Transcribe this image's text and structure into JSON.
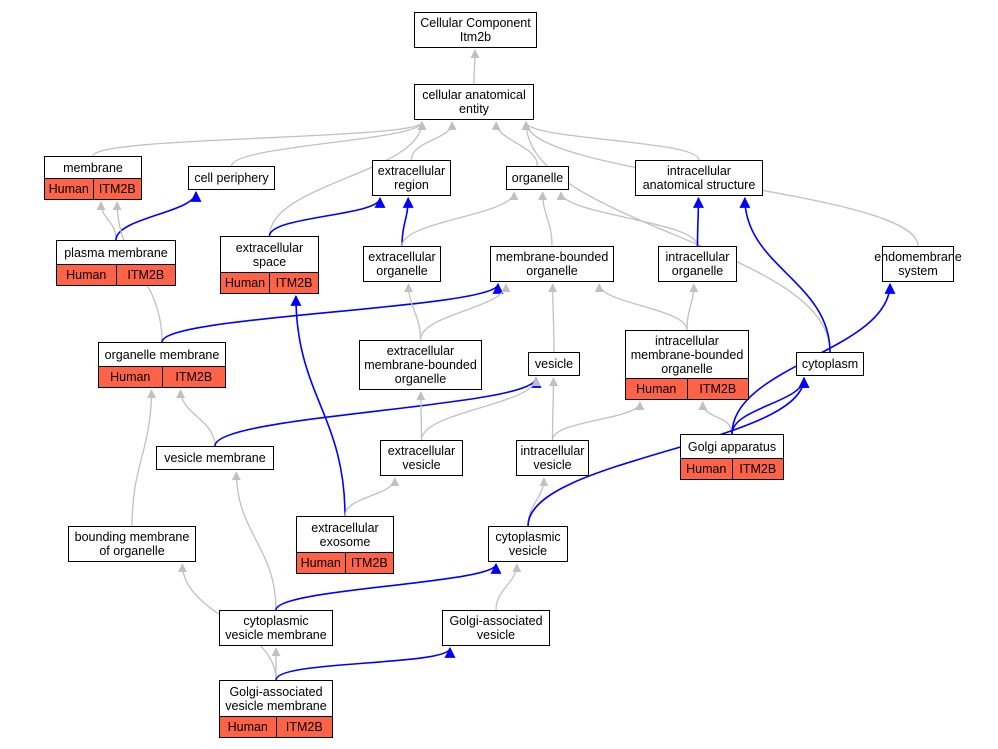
{
  "colors": {
    "is_a": "#c0c0c0",
    "part_of": "#0000ff",
    "annotation": "#ff6347"
  },
  "nodes": [
    {
      "id": "root",
      "label": "Cellular Component\nItm2b",
      "species": null,
      "gene": null
    },
    {
      "id": "cae",
      "label": "cellular anatomical\nentity",
      "species": null,
      "gene": null
    },
    {
      "id": "membrane",
      "label": "membrane",
      "species": "Human",
      "gene": "ITM2B"
    },
    {
      "id": "cellper",
      "label": "cell periphery",
      "species": null,
      "gene": null
    },
    {
      "id": "exreg",
      "label": "extracellular\nregion",
      "species": null,
      "gene": null
    },
    {
      "id": "organelle",
      "label": "organelle",
      "species": null,
      "gene": null
    },
    {
      "id": "ias",
      "label": "intracellular\nanatomical structure",
      "species": null,
      "gene": null
    },
    {
      "id": "plasma",
      "label": "plasma membrane",
      "species": "Human",
      "gene": "ITM2B"
    },
    {
      "id": "exspace",
      "label": "extracellular\nspace",
      "species": "Human",
      "gene": "ITM2B"
    },
    {
      "id": "exorg",
      "label": "extracellular\norganelle",
      "species": null,
      "gene": null
    },
    {
      "id": "mbo",
      "label": "membrane-bounded\norganelle",
      "species": null,
      "gene": null
    },
    {
      "id": "intorg",
      "label": "intracellular\norganelle",
      "species": null,
      "gene": null
    },
    {
      "id": "endo",
      "label": "endomembrane\nsystem",
      "species": null,
      "gene": null
    },
    {
      "id": "orgmem",
      "label": "organelle membrane",
      "species": "Human",
      "gene": "ITM2B"
    },
    {
      "id": "exmbo",
      "label": "extracellular\nmembrane-bounded\norganelle",
      "species": null,
      "gene": null
    },
    {
      "id": "vesicle",
      "label": "vesicle",
      "species": null,
      "gene": null
    },
    {
      "id": "imbo",
      "label": "intracellular\nmembrane-bounded\norganelle",
      "species": "Human",
      "gene": "ITM2B"
    },
    {
      "id": "cytoplasm",
      "label": "cytoplasm",
      "species": null,
      "gene": null
    },
    {
      "id": "vesmem",
      "label": "vesicle membrane",
      "species": null,
      "gene": null
    },
    {
      "id": "exves",
      "label": "extracellular\nvesicle",
      "species": null,
      "gene": null
    },
    {
      "id": "intves",
      "label": "intracellular\nvesicle",
      "species": null,
      "gene": null
    },
    {
      "id": "golgi",
      "label": "Golgi apparatus",
      "species": "Human",
      "gene": "ITM2B"
    },
    {
      "id": "bmo",
      "label": "bounding membrane\nof organelle",
      "species": null,
      "gene": null
    },
    {
      "id": "exosome",
      "label": "extracellular\nexosome",
      "species": "Human",
      "gene": "ITM2B"
    },
    {
      "id": "cytves",
      "label": "cytoplasmic\nvesicle",
      "species": null,
      "gene": null
    },
    {
      "id": "cvm",
      "label": "cytoplasmic\nvesicle membrane",
      "species": null,
      "gene": null
    },
    {
      "id": "gav",
      "label": "Golgi-associated\nvesicle",
      "species": null,
      "gene": null
    },
    {
      "id": "gavm",
      "label": "Golgi-associated\nvesicle membrane",
      "species": "Human",
      "gene": "ITM2B"
    }
  ],
  "edges": [
    {
      "from": "cae",
      "to": "root",
      "type": "is_a"
    },
    {
      "from": "membrane",
      "to": "cae",
      "type": "is_a"
    },
    {
      "from": "cellper",
      "to": "cae",
      "type": "is_a"
    },
    {
      "from": "exreg",
      "to": "cae",
      "type": "is_a"
    },
    {
      "from": "organelle",
      "to": "cae",
      "type": "is_a"
    },
    {
      "from": "ias",
      "to": "cae",
      "type": "is_a"
    },
    {
      "from": "exspace",
      "to": "cae",
      "type": "is_a"
    },
    {
      "from": "cytoplasm",
      "to": "cae",
      "type": "is_a"
    },
    {
      "from": "endo",
      "to": "cae",
      "type": "is_a"
    },
    {
      "from": "plasma",
      "to": "membrane",
      "type": "is_a"
    },
    {
      "from": "plasma",
      "to": "cellper",
      "type": "part_of"
    },
    {
      "from": "exspace",
      "to": "exreg",
      "type": "part_of"
    },
    {
      "from": "exorg",
      "to": "exreg",
      "type": "part_of"
    },
    {
      "from": "exorg",
      "to": "organelle",
      "type": "is_a"
    },
    {
      "from": "mbo",
      "to": "organelle",
      "type": "is_a"
    },
    {
      "from": "intorg",
      "to": "organelle",
      "type": "is_a"
    },
    {
      "from": "intorg",
      "to": "ias",
      "type": "part_of"
    },
    {
      "from": "cytoplasm",
      "to": "ias",
      "type": "part_of"
    },
    {
      "from": "orgmem",
      "to": "membrane",
      "type": "is_a"
    },
    {
      "from": "orgmem",
      "to": "mbo",
      "type": "part_of"
    },
    {
      "from": "exmbo",
      "to": "exorg",
      "type": "is_a"
    },
    {
      "from": "exmbo",
      "to": "mbo",
      "type": "is_a"
    },
    {
      "from": "vesicle",
      "to": "mbo",
      "type": "is_a"
    },
    {
      "from": "imbo",
      "to": "mbo",
      "type": "is_a"
    },
    {
      "from": "imbo",
      "to": "intorg",
      "type": "is_a"
    },
    {
      "from": "golgi",
      "to": "imbo",
      "type": "is_a"
    },
    {
      "from": "golgi",
      "to": "cytoplasm",
      "type": "part_of"
    },
    {
      "from": "golgi",
      "to": "endo",
      "type": "part_of"
    },
    {
      "from": "vesmem",
      "to": "orgmem",
      "type": "is_a"
    },
    {
      "from": "vesmem",
      "to": "vesicle",
      "type": "part_of"
    },
    {
      "from": "exves",
      "to": "exmbo",
      "type": "is_a"
    },
    {
      "from": "exves",
      "to": "vesicle",
      "type": "is_a"
    },
    {
      "from": "intves",
      "to": "vesicle",
      "type": "is_a"
    },
    {
      "from": "intves",
      "to": "imbo",
      "type": "is_a"
    },
    {
      "from": "exosome",
      "to": "exspace",
      "type": "part_of"
    },
    {
      "from": "exosome",
      "to": "exves",
      "type": "is_a"
    },
    {
      "from": "bmo",
      "to": "orgmem",
      "type": "is_a"
    },
    {
      "from": "cytves",
      "to": "intves",
      "type": "is_a"
    },
    {
      "from": "cytves",
      "to": "cytoplasm",
      "type": "part_of"
    },
    {
      "from": "cvm",
      "to": "vesmem",
      "type": "is_a"
    },
    {
      "from": "cvm",
      "to": "cytves",
      "type": "part_of"
    },
    {
      "from": "gav",
      "to": "cytves",
      "type": "is_a"
    },
    {
      "from": "gavm",
      "to": "cvm",
      "type": "is_a"
    },
    {
      "from": "gavm",
      "to": "bmo",
      "type": "is_a"
    },
    {
      "from": "gavm",
      "to": "gav",
      "type": "part_of"
    }
  ]
}
